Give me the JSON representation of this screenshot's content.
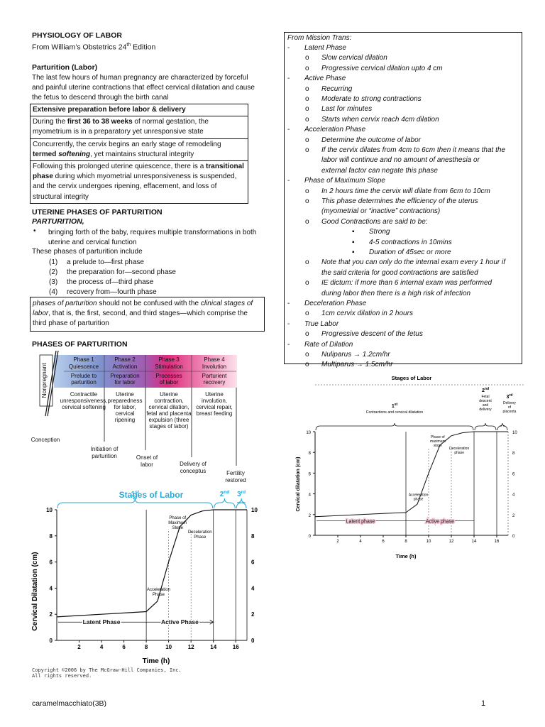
{
  "header": {
    "title": "PHYSIOLOGY OF LABOR",
    "edition_prefix": "From William’s Obstetrics 24",
    "edition_sup": "th",
    "edition_suffix": " Edition"
  },
  "parturition": {
    "heading": "Parturition (Labor)",
    "body": "The last few hours of human pregnancy are characterized by forceful and painful uterine contractions that effect cervical dilatation and cause the fetus to descend through the birth canal",
    "box_heading": "Extensive preparation before labor & delivery",
    "box1_a": "During the ",
    "box1_b": "first 36 to 38 weeks",
    "box1_c": " of normal gestation, the myometrium is in a preparatory yet unresponsive state",
    "box2_a": "Concurrently, the cervix begins an early stage of remodeling ",
    "box2_b": "termed ",
    "box2_c": "softening",
    "box2_d": ", yet maintains structural integrity",
    "box3_a": "Following this prolonged uterine quiescence, there is a ",
    "box3_b": "transitional phase",
    "box3_c": " during which myometrial unresponsiveness is suspended, and the cervix undergoes ripening, effacement, and loss of structural integrity"
  },
  "uterine": {
    "heading": "UTERINE PHASES OF PARTURITION",
    "subheading": "PARTURITION,",
    "bullet_symbol": "•",
    "bullet": "bringing forth of the baby, requires multiple transformations in both uterine and cervical function",
    "intro": "These phases of parturition include",
    "phases": [
      {
        "num": "(1)",
        "text": "a prelude to—first phase"
      },
      {
        "num": "(2)",
        "text": "the preparation for—second phase"
      },
      {
        "num": "(3)",
        "text": "the process of—third phase"
      },
      {
        "num": "(4)",
        "text": "recovery from—fourth phase"
      }
    ],
    "note_a": "phases of parturition",
    "note_b": " should not be confused with the ",
    "note_c": "clinical stages of labor",
    "note_d": ", that is, the first, second, and third stages—which comprise the third phase of parturition"
  },
  "phases_section": {
    "heading": "PHASES OF PARTURITION"
  },
  "phase_diagram": {
    "side_label": "Nonpregnant",
    "phases": [
      {
        "title": "Phase 1",
        "name": "Quiescence",
        "sub": "Prelude to parturition",
        "desc": "Contractile unresponsiveness, cervical softening"
      },
      {
        "title": "Phase 2",
        "name": "Activation",
        "sub": "Preparation for labor",
        "desc": "Uterine preparedness for labor, cervical ripening"
      },
      {
        "title": "Phase 3",
        "name": "Stimulation",
        "sub": "Processes of labor",
        "desc": "Uterine contraction, cervical dilation, fetal and placenta expulsion (three stages of labor)"
      },
      {
        "title": "Phase 4",
        "name": "Involution",
        "sub": "Parturient recovery",
        "desc": "Uterine involution, cervical repair, breast feeding"
      }
    ],
    "events": [
      "Conception",
      "Initiation of parturition",
      "Onset of labor",
      "Delivery of conceptus",
      "Fertility restored"
    ]
  },
  "chart_data": [
    {
      "type": "line",
      "title": "Stages of Labor",
      "xlabel": "Time (h)",
      "ylabel": "Cervical Dilatation (cm)",
      "xlim": [
        0,
        17
      ],
      "ylim": [
        0,
        10
      ],
      "xticks": [
        2,
        4,
        6,
        8,
        10,
        12,
        14,
        16
      ],
      "yticks": [
        0,
        2,
        4,
        6,
        8,
        10
      ],
      "series": [
        {
          "x": [
            0,
            2,
            4,
            6,
            8,
            9,
            10,
            11,
            12,
            13,
            14,
            16,
            17
          ],
          "y": [
            1.8,
            1.9,
            2.0,
            2.1,
            2.2,
            3.0,
            6.0,
            8.7,
            9.6,
            9.9,
            10,
            10,
            10
          ]
        }
      ],
      "stages": [
        {
          "label": "1",
          "sup": "st",
          "from": 0,
          "to": 14
        },
        {
          "label": "2",
          "sup": "nd",
          "from": 14,
          "to": 16
        },
        {
          "label": "3",
          "sup": "rd",
          "from": 16,
          "to": 17
        }
      ],
      "phase_labels": [
        "Latent Phase",
        "Active Phase",
        "Acceleration Phase",
        "Phase of Maximum Slope",
        "Deceleration Phase"
      ],
      "copyright": "Copyright ©2006 by The McGraw-Hill Companies, Inc.",
      "rights": "All rights reserved."
    },
    {
      "type": "line",
      "title": "Stages of Labor",
      "xlabel": "Time (h)",
      "ylabel": "Cervical dilatation (cm)",
      "xlim": [
        0,
        17
      ],
      "ylim": [
        0,
        10
      ],
      "xticks": [
        2,
        4,
        6,
        8,
        10,
        12,
        14,
        16
      ],
      "yticks": [
        0,
        2,
        4,
        6,
        8,
        10
      ],
      "series": [
        {
          "x": [
            0,
            2,
            4,
            6,
            8,
            9,
            10,
            11,
            12,
            13,
            14,
            16,
            17
          ],
          "y": [
            1.8,
            1.9,
            2.0,
            2.1,
            2.2,
            3.0,
            6.0,
            8.7,
            9.6,
            9.9,
            10,
            10,
            10
          ]
        }
      ],
      "stage_labels": {
        "first": "1",
        "first_sup": "st",
        "first_desc": "Contractions and cervical dilatation",
        "second": "2",
        "second_sup": "nd",
        "second_desc": "Fetal descent and delivery",
        "third": "3",
        "third_sup": "rd",
        "third_desc": "Delivery of placenta"
      },
      "phase_labels": [
        "Latent phase",
        "Active phase",
        "Acceleration phase",
        "Phase of maximum slope",
        "Deceleration phase"
      ]
    }
  ],
  "mission_trans": {
    "heading": "From Mission Trans:",
    "lines": [
      {
        "m": "-",
        "t": "Latent Phase",
        "lvl": 1
      },
      {
        "m": "o",
        "t": "Slow cervical dilation",
        "lvl": 2
      },
      {
        "m": "o",
        "t": "Progressive cervical dilation upto 4 cm",
        "lvl": 2
      },
      {
        "m": "-",
        "t": "Active Phase",
        "lvl": 1
      },
      {
        "m": "o",
        "t": "Recurring",
        "lvl": 2
      },
      {
        "m": "o",
        "t": "Moderate to strong contractions",
        "lvl": 2
      },
      {
        "m": "o",
        "t": "Last for minutes",
        "lvl": 2
      },
      {
        "m": "o",
        "t": "Starts when cervix reach 4cm dilation",
        "lvl": 2
      },
      {
        "m": "-",
        "t": "Acceleration Phase",
        "lvl": 1
      },
      {
        "m": "o",
        "t": "Determine the outcome of labor",
        "lvl": 2
      },
      {
        "m": "o",
        "t": "If the cervix dilates from 4cm to 6cm then it means that the",
        "lvl": 2
      },
      {
        "m": "",
        "t": "labor will continue and no amount of anesthesia or",
        "lvl": 2
      },
      {
        "m": "",
        "t": "external factor can negate this phase",
        "lvl": 2
      },
      {
        "m": "-",
        "t": "Phase of Maximum Slope",
        "lvl": 1
      },
      {
        "m": "o",
        "t": "In 2 hours time the cervix will dilate from 6cm to 10cm",
        "lvl": 2
      },
      {
        "m": "o",
        "t": "This phase determines the efficiency of the uterus",
        "lvl": 2
      },
      {
        "m": "",
        "t": "(myometrial or “inactive” contractions)",
        "lvl": 2
      },
      {
        "m": "o",
        "t": "Good Contractions are said to be:",
        "lvl": 2
      },
      {
        "m": "▪",
        "t": "Strong",
        "lvl": 3
      },
      {
        "m": "▪",
        "t": "4-5 contractions in 10mins",
        "lvl": 3
      },
      {
        "m": "▪",
        "t": "Duration of 45sec or more",
        "lvl": 3
      },
      {
        "m": "o",
        "t": "Note that you can only do the internal exam every 1 hour if",
        "lvl": 2
      },
      {
        "m": "",
        "t": "the said criteria for good contractions are satisfied",
        "lvl": 2
      },
      {
        "m": "o",
        "t": "IE dictum: if more than 6 internal exam was performed",
        "lvl": 2
      },
      {
        "m": "",
        "t": "during labor then there is a high risk of infection",
        "lvl": 2
      },
      {
        "m": "-",
        "t": "Deceleration Phase",
        "lvl": 1
      },
      {
        "m": "o",
        "t": "1cm cervix dilation in 2 hours",
        "lvl": 2
      },
      {
        "m": "-",
        "t": "True Labor",
        "lvl": 1
      },
      {
        "m": "o",
        "t": "Progressive descent of the fetus",
        "lvl": 2
      },
      {
        "m": "-",
        "t": "Rate of Dilation",
        "lvl": 1
      },
      {
        "m": "o",
        "t": "Nuliparus → 1.2cm/hr",
        "lvl": 2
      },
      {
        "m": "o",
        "t": "Multiparus → 1.5cm/hr",
        "lvl": 2
      }
    ]
  },
  "footer": {
    "author": "caramelmacchiato(3B)",
    "page": "1"
  },
  "colors": {
    "phase1": "#6f8fc8",
    "phase2": "#8a78c0",
    "phase3": "#d84a8a",
    "phase4": "#f2a8c4",
    "stage_pink": "#d81f6e",
    "stage_cyan": "#29a9d6"
  }
}
